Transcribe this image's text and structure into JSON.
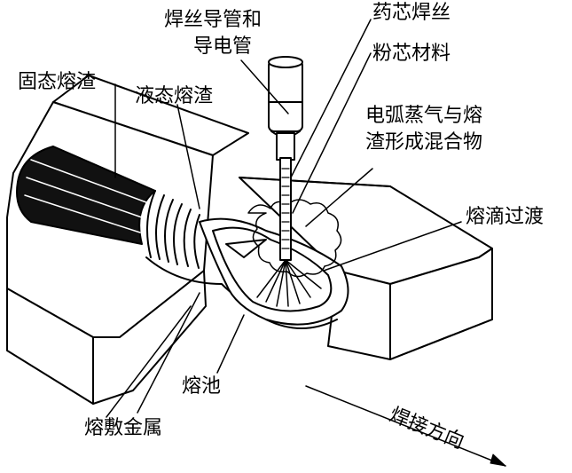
{
  "labels": {
    "guide_tube": [
      "焊丝导管和",
      "导电管"
    ],
    "flux_cored_wire": "药芯焊丝",
    "flux_core_material": "粉芯材料",
    "solid_slag": "固态熔渣",
    "liquid_slag": "液态熔渣",
    "arc_vapor_mixture": [
      "电弧蒸气与熔",
      "渣形成混合物"
    ],
    "droplet_transfer": "熔滴过渡",
    "weld_pool": "熔池",
    "deposited_metal": "熔敷金属",
    "welding_direction": "焊接方向"
  },
  "colors": {
    "ink": "#000000",
    "paper": "#ffffff",
    "bead": "#111111"
  }
}
